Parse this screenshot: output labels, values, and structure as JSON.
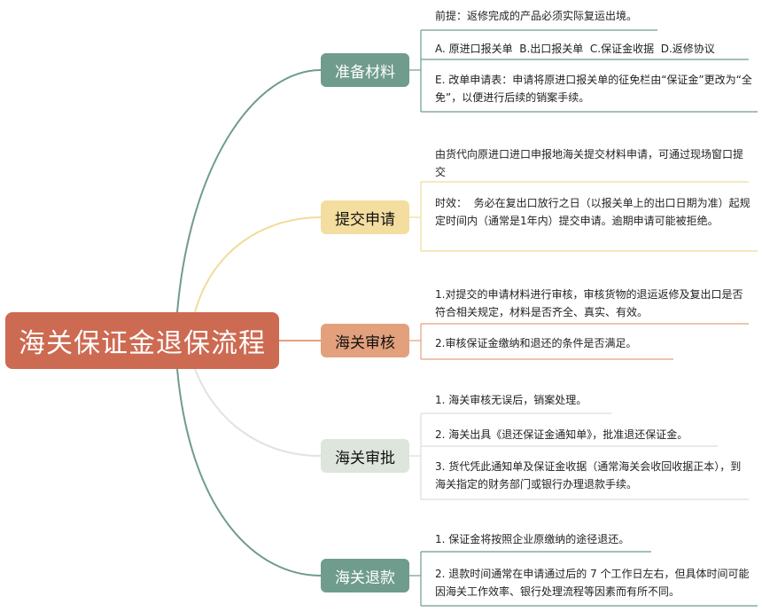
{
  "root": {
    "title": "海关保证金退保流程"
  },
  "branches": [
    {
      "label": "准备材料",
      "leaves": [
        "前提：返修完成的产品必须实际复运出境。",
        "A. 原进口报关单  B.出口报关单  C.保证金收据  D.返修协议",
        "E. 改单申请表：申请将原进口报关单的征免栏由“保证金”更改为“全免”，以便进行后续的销案手续。"
      ]
    },
    {
      "label": "提交申请",
      "leaves": [
        "由货代向原进口进口申报地海关提交材料申请，可通过现场窗口提交",
        "时效：  务必在复出口放行之日（以报关单上的出口日期为准）起规定时间内（通常是1年内）提交申请。逾期申请可能被拒绝。"
      ]
    },
    {
      "label": "海关审核",
      "leaves": [
        "1.对提交的申请材料进行审核，审核货物的退运返修及复出口是否符合相关规定，材料是否齐全、真实、有效。",
        "2.审核保证金缴纳和退还的条件是否满足。"
      ]
    },
    {
      "label": "海关审批",
      "leaves": [
        "1. 海关审核无误后，销案处理。",
        "2. 海关出具《退还保证金通知单》，批准退还保证金。",
        "3. 货代凭此通知单及保证金收据（通常海关会收回收据正本），到海关指定的财务部门或银行办理退款手续。"
      ]
    },
    {
      "label": "海关退款",
      "leaves": [
        "1. 保证金将按照企业原缴纳的途径退还。",
        "2. 退款时间通常在申请通过后的 7 个工作日左右，但具体时间可能因海关工作效率、银行处理流程等因素而有所不同。"
      ]
    }
  ],
  "colors": {
    "root": "#cd6a52",
    "branch_0": "#6f9c8c",
    "branch_1": "#f3dea0",
    "branch_2": "#e3a07c",
    "branch_3": "#dde5dc",
    "branch_4": "#6f9c8c"
  }
}
